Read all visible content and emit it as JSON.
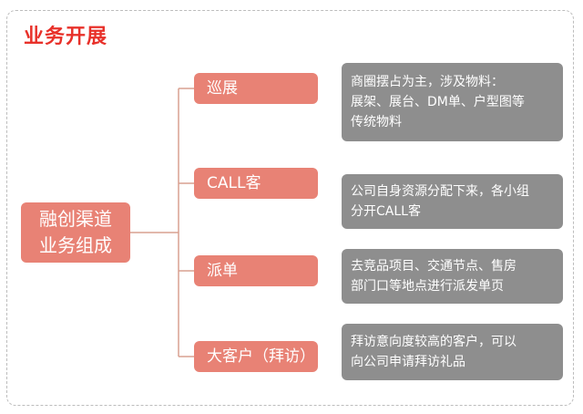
{
  "title": "业务开展",
  "root": {
    "line1": "融创渠道",
    "line2": "业务组成"
  },
  "categories": [
    {
      "label": "巡展",
      "desc_lines": [
        "商圈摆占为主，涉及物料：",
        "展架、展台、DM单、户型图等",
        "传统物料"
      ]
    },
    {
      "label": "CALL客",
      "desc_lines": [
        "公司自身资源分配下来，各小组",
        "分开CALL客"
      ]
    },
    {
      "label": "派单",
      "desc_lines": [
        "去竞品项目、交通节点、售房",
        "部门口等地点进行派发单页"
      ]
    },
    {
      "label": "大客户（拜访）",
      "desc_lines": [
        "拜访意向度较高的客户，可以",
        "向公司申请拜访礼品"
      ]
    }
  ],
  "colors": {
    "title": "#e8312a",
    "node_fill": "#e88275",
    "desc_fill": "#8e8e8e",
    "connector": "#d9a090"
  }
}
